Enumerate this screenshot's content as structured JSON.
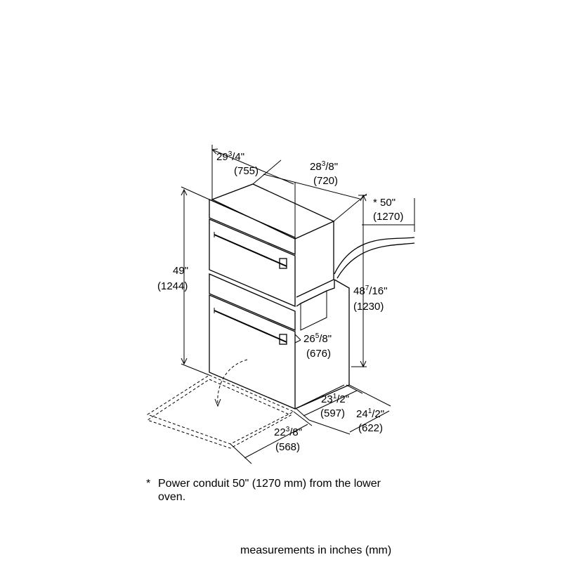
{
  "dimensions": {
    "width_top": {
      "whole": "29",
      "frac_num": "3",
      "frac_den": "/4",
      "mark": "\"",
      "mm": "(755)"
    },
    "depth_top": {
      "whole": "28",
      "frac_num": "3",
      "frac_den": "/8",
      "mark": "\"",
      "mm": "(720)"
    },
    "conduit": {
      "prefix": "* ",
      "whole": "50",
      "mark": "\"",
      "mm": "(1270)"
    },
    "height_overall": {
      "whole": "49",
      "mark": "\"",
      "mm": "(1244)"
    },
    "height_cutout": {
      "whole": "48",
      "frac_num": "7",
      "frac_den": "/16",
      "mark": "\"",
      "mm": "(1230)"
    },
    "cutout_depth_side": {
      "whole": "26",
      "frac_num": "5",
      "frac_den": "/8",
      "mark": "\"",
      "mm": "(676)"
    },
    "cutout_width": {
      "whole": "23",
      "frac_num": "1",
      "frac_den": "/2",
      "mark": "\"",
      "mm": "(597)"
    },
    "cutout_depth": {
      "whole": "24",
      "frac_num": "1",
      "frac_den": "/2",
      "mark": "\"",
      "mm": "(622)"
    },
    "door_swing": {
      "whole": "22",
      "frac_num": "3",
      "frac_den": "/8",
      "mark": "\"",
      "mm": "(568)"
    }
  },
  "footnote": {
    "star": "*",
    "text": "Power conduit 50\" (1270 mm) from the lower oven."
  },
  "units_note": "measurements in inches (mm)"
}
